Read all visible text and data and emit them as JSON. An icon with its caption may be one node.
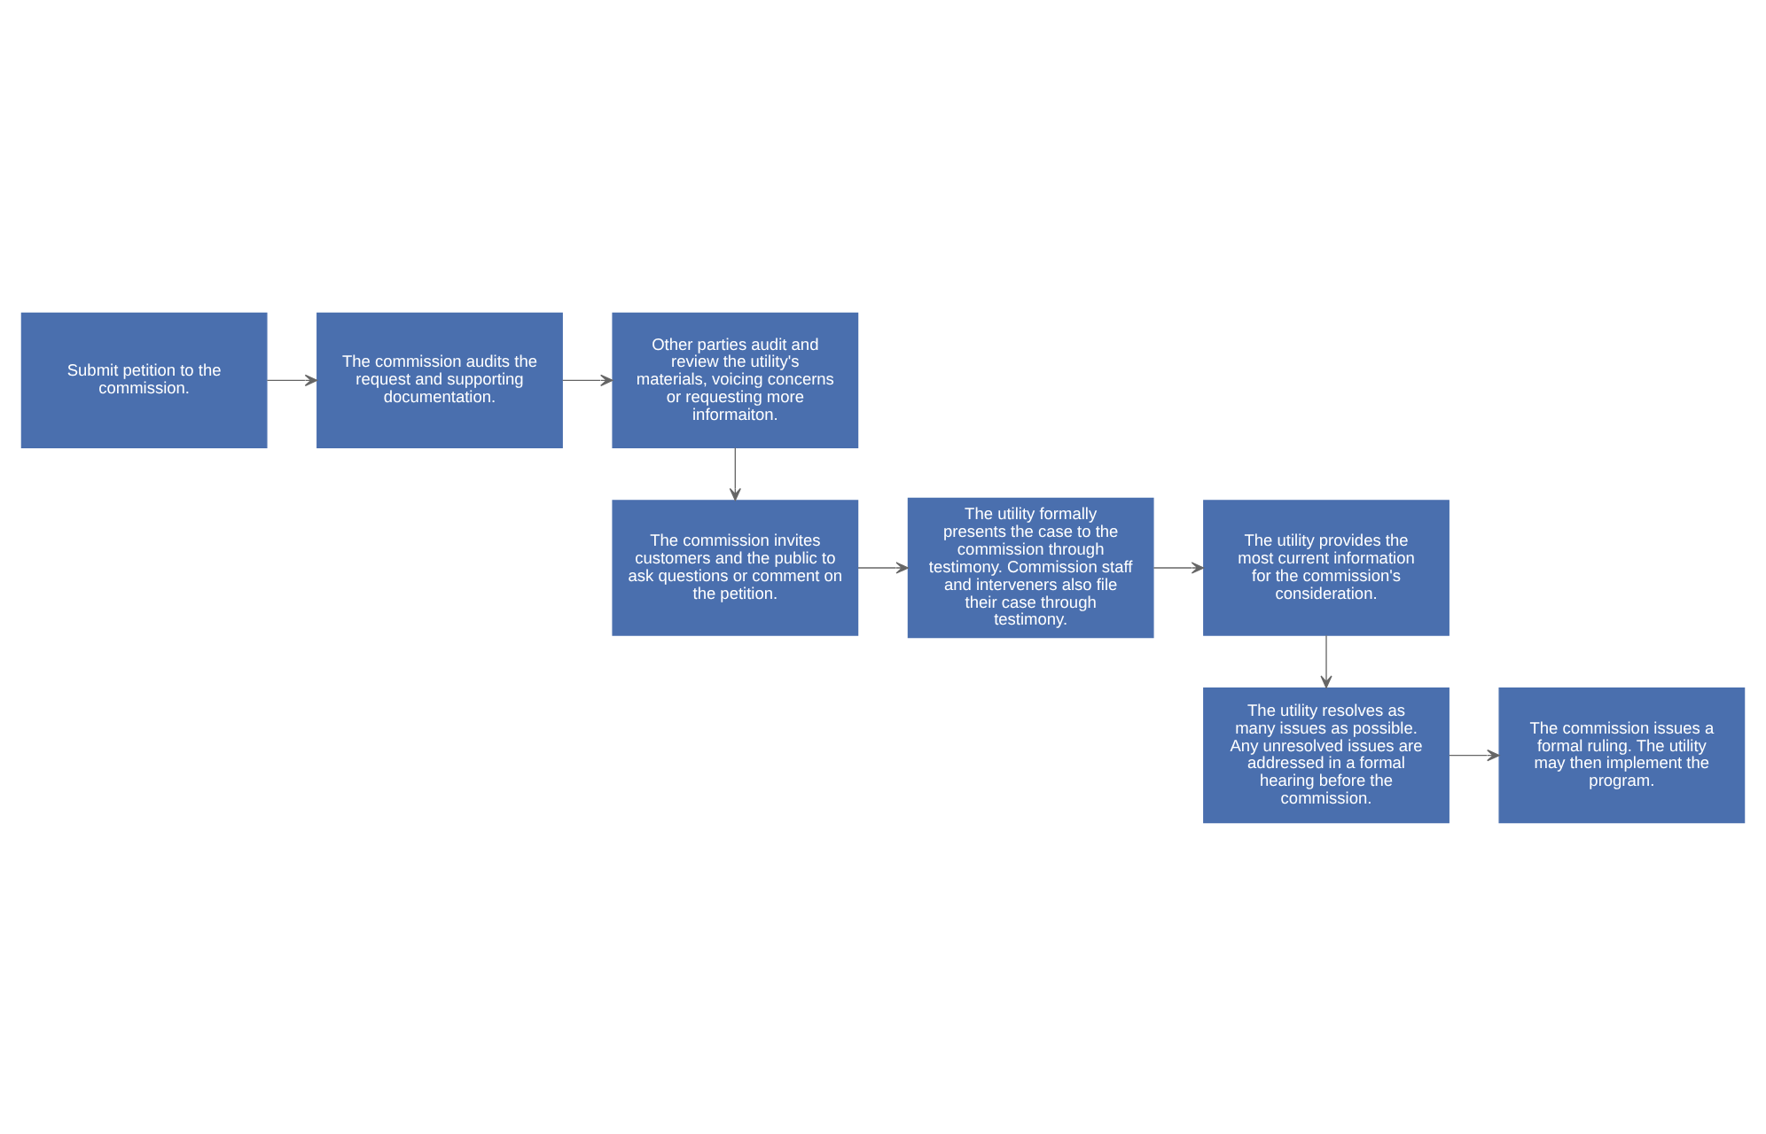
{
  "diagram": {
    "nodes": [
      {
        "text": [
          "Submit petition to the commission."
        ]
      },
      {
        "text": [
          "The commission audits the request and supporting documentation."
        ]
      },
      {
        "text": [
          "Other parties audit and review the utility's materials, voicing concerns or requesting more informaiton."
        ]
      },
      {
        "text": [
          "The commission invites customers and the public to ask questions or comment on the petition."
        ]
      },
      {
        "text": [
          "The utility formally presents the case to the commission through testimony. Commission staff and interveners also file their case through testimony."
        ]
      },
      {
        "text": [
          "The utility provides the most current information for the commission's consideration."
        ]
      },
      {
        "text": [
          "The utility resolves as many issues as possible. Any unresolved issues are addressed in a formal hearing before the commission."
        ]
      },
      {
        "text": [
          "The commission issues a formal ruling. The utility may then implement the program."
        ]
      }
    ],
    "edges": [
      {
        "from": 0,
        "to": 1,
        "arrow": "to"
      },
      {
        "from": 1,
        "to": 2,
        "arrow": "to"
      },
      {
        "from": 2,
        "to": 3,
        "arrow": "to"
      },
      {
        "from": 3,
        "to": 4,
        "arrow": "to"
      },
      {
        "from": 4,
        "to": 5,
        "arrow": "to"
      },
      {
        "from": 5,
        "to": 6,
        "arrow": "to"
      },
      {
        "from": 6,
        "to": 7,
        "arrow": "to"
      }
    ]
  }
}
